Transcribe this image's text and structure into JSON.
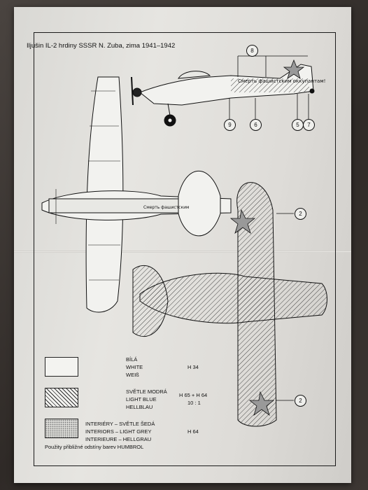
{
  "title": "Iljušin IL-2 hrdiny SSSR N. Zuba, zima 1941–1942",
  "slogan_side": "Смерть фашистским оккупантам!",
  "slogan_top": "Смерть фашистским",
  "callouts": {
    "c8": "8",
    "c9": "9",
    "c6": "6",
    "c5": "5",
    "c7": "7",
    "c2a": "2",
    "c2b": "2"
  },
  "legend": {
    "white": {
      "cz": "BÍLÁ",
      "en": "WHITE",
      "de": "WEIß",
      "code": "H 34"
    },
    "lightblue": {
      "cz": "SVĚTLE MODRÁ",
      "en": "LIGHT BLUE",
      "de": "HELLBLAU",
      "code": "H 65 + H 64",
      "ratio": "10 : 1"
    },
    "interior": {
      "cz": "INTERIÉRY   – SVĚTLE ŠEDÁ",
      "en": "INTERIORS   – LIGHT GREY",
      "de": "INTERIEURE  – HELLGRAU",
      "code": "H 64"
    }
  },
  "footnote": "Použity přibližné odstíny barev HUMBROL"
}
